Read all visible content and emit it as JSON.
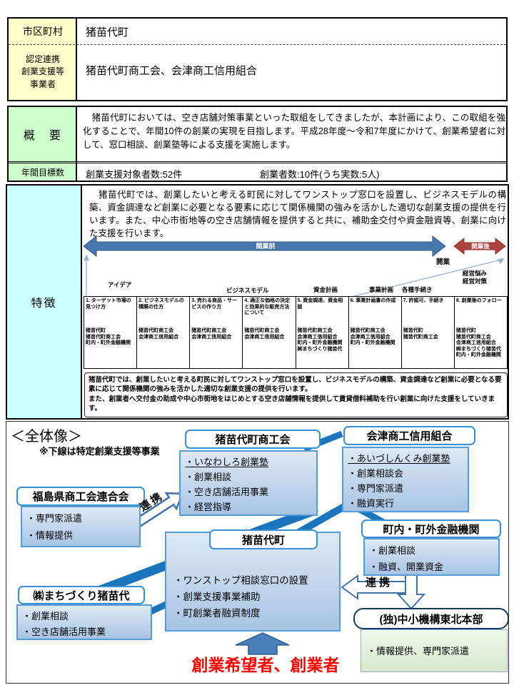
{
  "header_table": {
    "municipality_label": "市区町村",
    "municipality_value": "猪苗代町",
    "partner_label": "認定連携\n創業支援等\n事業者",
    "partner_value": "猪苗代町商工会、会津商工信用組合"
  },
  "summary_table": {
    "overview_label": "概　要",
    "overview_text": "　猪苗代町においては、空き店舗対策事業といった取組をしてきましたが、本計画により、この取組を強化することで、年間10件の創業の実現を目指します。平成28年度～令和7年度にかけて、創業希望者に対して、窓口相談、創業塾等による支援を実施します。",
    "annual_target_label": "年間目標数",
    "annual_target_support": "創業支援対象者数:52件",
    "annual_target_founders": "創業者数:10件(うち実数:5人)"
  },
  "features": {
    "label": "特徴",
    "description": "　猪苗代町では、創業したいと考える町民に対してワンストップ窓口を設置し、ビジネスモデルの構築、資金調達など創業に必要となる要素に応じて関係機関の強みを活かした適切な創業支援の提供を行います。また、中心市街地等の空き店舗情報を提供すると共に、補助金交付や資金融資等、創業に向けた支援を行います。",
    "timeline": {
      "before_label": "開業前",
      "after_label": "開業後",
      "milestone_label": "開業",
      "stage_idea": "アイデア",
      "stage_model": "ビジネスモデル",
      "stage_fund": "資金計画",
      "stage_plan": "事業計画",
      "stage_proc": "各種手続き",
      "stage_mgmt": "経営悩み\n経営対策"
    },
    "support_table": {
      "columns": [
        {
          "title": "1. ターゲット市場の見つけ方",
          "orgs": "猪苗代町\n猪苗代町商工会\n町内・町外金融機関"
        },
        {
          "title": "2. ビジネスモデルの構築の仕方",
          "orgs": "猪苗代町商工会\n会津商工信用組合"
        },
        {
          "title": "3. 売れる商品・サービスの作り方",
          "orgs": "猪苗代町商工会\n会津商工信用組合"
        },
        {
          "title": "4. 適正な価格の決定と効果的な販売方法について",
          "orgs": "猪苗代町商工会\n会津商工信用組合"
        },
        {
          "title": "5. 資金調達、資金相談",
          "orgs": "猪苗代町商工会\n会津商工信用組合\n町内・町外金融機関\n㈱まちづくり猪苗代"
        },
        {
          "title": "6. 事業計画書の作成",
          "orgs": "猪苗代町商工会\n会津商工信用組合\n町内・町外金融機関"
        },
        {
          "title": "7. 許認可、手続き",
          "orgs": "猪苗代町\n猪苗代町商工会"
        },
        {
          "title": "8. 創業後のフォロー",
          "orgs": "猪苗代町\n猪苗代町商工会\n会津商工信用組合\n㈱まちづくり猪苗代\n町内・町外金融機関"
        }
      ]
    },
    "summary_bold": "猪苗代町では、創業したいと考える町民に対してワンストップ窓口を設置し、ビジネスモデルの構築、資金調達など創業に必要となる要素に応じて関係機関の強みを活かした適切な創業支援の提供を行います。\nまた、創業者へ交付金の助成や中心市街地をはじめとする空き店舗情報を提供して賃貸借料補助を行い創業に向けた支援をしていきます。"
  },
  "overall": {
    "title": "＜全体像＞",
    "note": "※下線は特定創業支援等事業",
    "boxes": {
      "shokokai": {
        "title": "猪苗代町商工会",
        "item1": "・いなわしろ創業塾",
        "item2": "・創業相談",
        "item3": "・空き店舗活用事業",
        "item4": "・経営指導"
      },
      "aizu": {
        "title": "会津商工信用組合",
        "item1": "・あいづしんくみ創業塾",
        "item2": "・創業相談会",
        "item3": "・専門家派遣",
        "item4": "・融資実行"
      },
      "fukushima": {
        "title": "福島県商工会連合会",
        "item1": "・専門家派遣",
        "item2": "・情報提供"
      },
      "kinyu": {
        "title": "町内・町外金融機関",
        "item1": "・創業相談",
        "item2": "・融資、開業資金"
      },
      "inawashiro": {
        "title": "猪苗代町",
        "item1": "・ワンストップ相談窓口の設置",
        "item2": "・創業支援事業補助",
        "item3": "・町創業者融資制度"
      },
      "machidukuri": {
        "title": "㈱まちづくり猪苗代",
        "item1": "・創業相談",
        "item2": "・空き店舗活用事業"
      },
      "chusho": {
        "title": "(独)中小機構東北本部",
        "item1": "・情報提供、専門家派遣"
      }
    },
    "renkei_upper": "連携",
    "renkei_right": "連 携",
    "target_text": "創業希望者、創業者"
  },
  "colors": {
    "label_yellow": "#ffffcc",
    "label_green": "#ccffcc",
    "label_cyan": "#ccffff",
    "arrow_blue": "#4677ad",
    "arrow_red": "#ad413c",
    "connector_blue": "#1b75bc",
    "box_border_blue": "#3a8fd2",
    "target_red": "#ff0000"
  }
}
